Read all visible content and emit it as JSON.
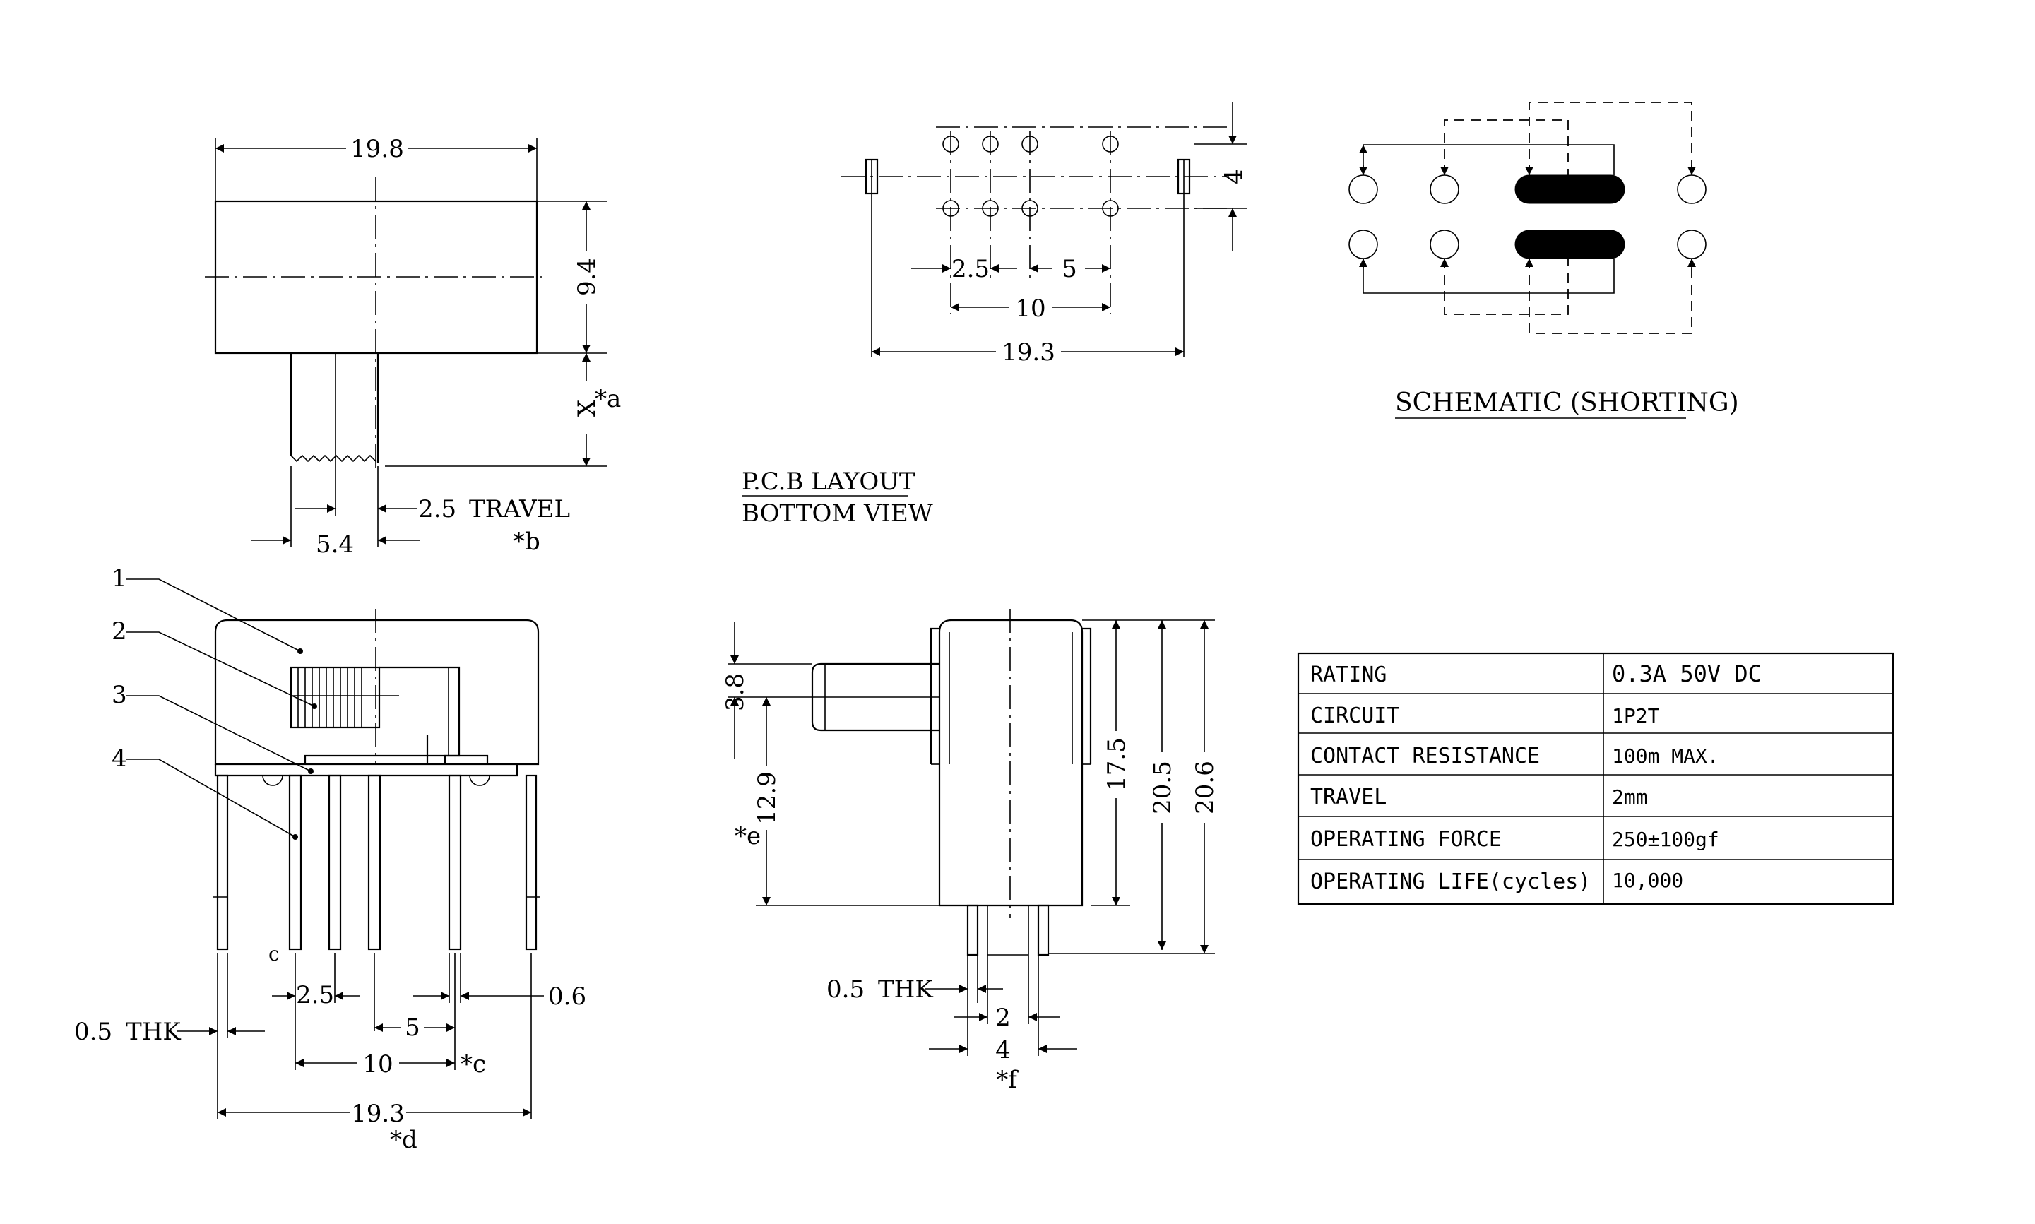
{
  "top_view": {
    "width_dim": "19.8",
    "height_dim": "9.4",
    "actuator_dim": "X",
    "actuator_note": "*a",
    "actuator_width": "5.4",
    "travel_value": "2.5",
    "travel_label": "TRAVEL",
    "travel_note": "*b"
  },
  "pcb_layout": {
    "title": "P.C.B LAYOUT",
    "subtitle": "BOTTOM VIEW",
    "row_pitch": "4",
    "pitch_1": "2.5",
    "pitch_2": "5",
    "span_1": "10",
    "span_2": "19.3"
  },
  "schematic": {
    "title": "SCHEMATIC (SHORTING)"
  },
  "front_view": {
    "callouts": [
      "1",
      "2",
      "3",
      "4"
    ],
    "thickness": "0.5",
    "thk_label": "THK",
    "pin_width": "0.6",
    "pitch_1": "2.5",
    "pitch_2": "5",
    "span_1": "10",
    "span_1_note": "*c",
    "span_2": "19.3",
    "span_2_note": "*d"
  },
  "side_view": {
    "actuator_height": "3.8",
    "actuator_pos": "12.9",
    "actuator_note": "*e",
    "body_height": "17.5",
    "height_1": "20.5",
    "height_2": "20.6",
    "thickness": "0.5",
    "thk_label": "THK",
    "pin_gap": "2",
    "pin_span": "4",
    "pin_note": "*f"
  },
  "spec_table": {
    "rows": [
      {
        "label": "RATING",
        "value": "0.3A 50V DC"
      },
      {
        "label": "CIRCUIT",
        "value": "1P2T"
      },
      {
        "label": "CONTACT RESISTANCE",
        "value": "100m   MAX."
      },
      {
        "label": "TRAVEL",
        "value": "2mm"
      },
      {
        "label": "OPERATING FORCE",
        "value": "250±100gf"
      },
      {
        "label": "OPERATING LIFE(cycles)",
        "value": "10,000"
      }
    ]
  }
}
